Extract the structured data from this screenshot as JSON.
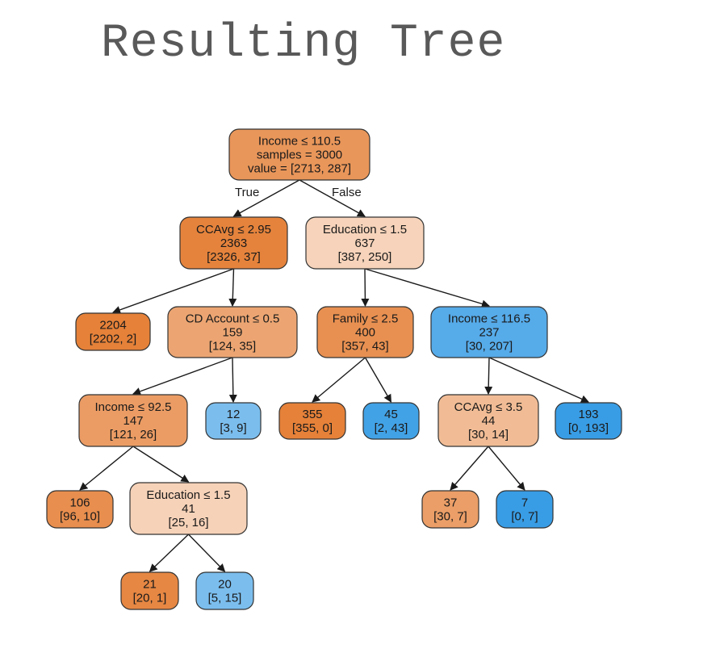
{
  "title": "Resulting Tree",
  "colors": {
    "orange_dark": "#e58139",
    "orange_mid": "#eb9d65",
    "orange_light": "#f6d5bc",
    "orange_pale": "#f0b68c",
    "blue_dark": "#399de5",
    "blue_mid": "#5baee9",
    "blue_light": "#7bbeee",
    "stroke": "#333333"
  },
  "edge_labels": {
    "true": "True",
    "false": "False"
  },
  "nodes": [
    {
      "id": "n0",
      "lines": [
        "Income ≤ 110.5",
        "samples = 3000",
        "value = [2713, 287]"
      ],
      "color": "#e9965a"
    },
    {
      "id": "n1",
      "lines": [
        "CCAvg ≤ 2.95",
        "2363",
        "[2326, 37]"
      ],
      "color": "#e5833c"
    },
    {
      "id": "n2",
      "lines": [
        "Education ≤ 1.5",
        "637",
        "[387, 250]"
      ],
      "color": "#f6d3ba"
    },
    {
      "id": "n3",
      "lines": [
        "2204",
        "[2202, 2]"
      ],
      "color": "#e58139"
    },
    {
      "id": "n4",
      "lines": [
        "CD Account ≤ 0.5",
        "159",
        "[124, 35]"
      ],
      "color": "#eca572"
    },
    {
      "id": "n5",
      "lines": [
        "Family ≤ 2.5",
        "400",
        "[357, 43]"
      ],
      "color": "#e89051"
    },
    {
      "id": "n6",
      "lines": [
        "Income ≤ 116.5",
        "237",
        "[30, 207]"
      ],
      "color": "#56abe9"
    },
    {
      "id": "n7",
      "lines": [
        "Income ≤ 92.5",
        "147",
        "[121, 26]"
      ],
      "color": "#eb9c64"
    },
    {
      "id": "n8",
      "lines": [
        "12",
        "[3, 9]"
      ],
      "color": "#7bbeee"
    },
    {
      "id": "n9",
      "lines": [
        "355",
        "[355, 0]"
      ],
      "color": "#e58139"
    },
    {
      "id": "n10",
      "lines": [
        "45",
        "[2, 43]"
      ],
      "color": "#42a2e6"
    },
    {
      "id": "n11",
      "lines": [
        "CCAvg ≤ 3.5",
        "44",
        "[30, 14]"
      ],
      "color": "#f1bc95"
    },
    {
      "id": "n12",
      "lines": [
        "193",
        "[0, 193]"
      ],
      "color": "#399de5"
    },
    {
      "id": "n13",
      "lines": [
        "106",
        "[96, 10]"
      ],
      "color": "#e88e4e"
    },
    {
      "id": "n14",
      "lines": [
        "Education ≤ 1.5",
        "41",
        "[25, 16]"
      ],
      "color": "#f6d2b8"
    },
    {
      "id": "n15",
      "lines": [
        "37",
        "[30, 7]"
      ],
      "color": "#eb9e67"
    },
    {
      "id": "n16",
      "lines": [
        "7",
        "[0, 7]"
      ],
      "color": "#399de5"
    },
    {
      "id": "n17",
      "lines": [
        "21",
        "[20, 1]"
      ],
      "color": "#e68743"
    },
    {
      "id": "n18",
      "lines": [
        "20",
        "[5, 15]"
      ],
      "color": "#7bbeee"
    }
  ],
  "edges": [
    [
      "n0",
      "n1"
    ],
    [
      "n0",
      "n2"
    ],
    [
      "n1",
      "n3"
    ],
    [
      "n1",
      "n4"
    ],
    [
      "n2",
      "n5"
    ],
    [
      "n2",
      "n6"
    ],
    [
      "n4",
      "n7"
    ],
    [
      "n4",
      "n8"
    ],
    [
      "n5",
      "n9"
    ],
    [
      "n5",
      "n10"
    ],
    [
      "n6",
      "n11"
    ],
    [
      "n6",
      "n12"
    ],
    [
      "n7",
      "n13"
    ],
    [
      "n7",
      "n14"
    ],
    [
      "n11",
      "n15"
    ],
    [
      "n11",
      "n16"
    ],
    [
      "n14",
      "n17"
    ],
    [
      "n14",
      "n18"
    ]
  ]
}
